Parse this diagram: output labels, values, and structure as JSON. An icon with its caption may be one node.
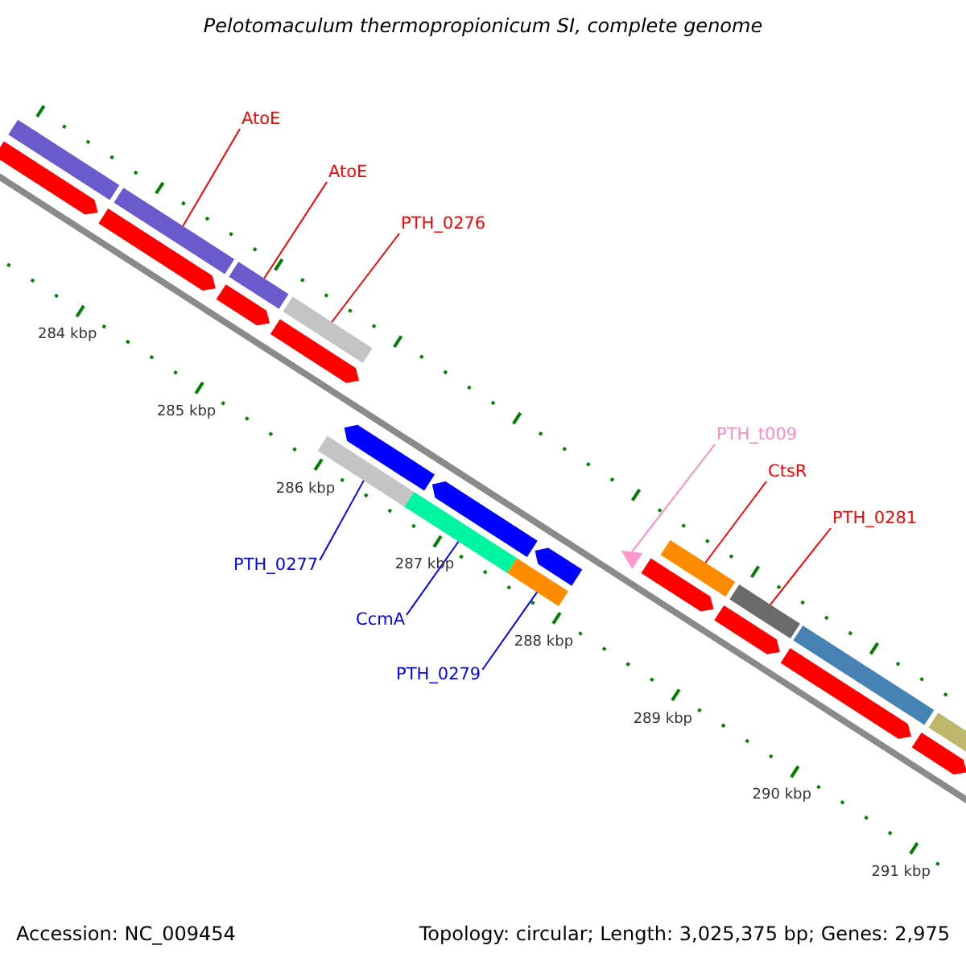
{
  "diagram": {
    "title": "Pelotomaculum thermopropionicum SI, complete genome",
    "nodes": [
      {
        "text": [
          "AtoE"
        ]
      },
      {
        "text": [
          "AtoE"
        ]
      },
      {
        "text": [
          "PTH_0276"
        ]
      },
      {
        "text": [
          "PTH_t009"
        ]
      },
      {
        "text": [
          "CtsR"
        ]
      },
      {
        "text": [
          "PTH_0281"
        ]
      },
      {
        "text": [
          "PTH_0277"
        ]
      },
      {
        "text": [
          "CcmA"
        ]
      },
      {
        "text": [
          "PTH_0279"
        ]
      },
      {
        "text": [],
        "shape": "bar"
      },
      {
        "text": [],
        "shape": "bar"
      },
      {
        "text": [],
        "shape": "bar"
      },
      {
        "text": [],
        "shape": "bar"
      },
      {
        "text": [],
        "shape": "bar"
      },
      {
        "text": [],
        "shape": "bar"
      },
      {
        "text": [],
        "shape": "triangle"
      },
      {
        "text": [],
        "shape": "bar"
      },
      {
        "text": [],
        "shape": "bar"
      },
      {
        "text": [],
        "shape": "bar"
      },
      {
        "text": [],
        "shape": "arrow"
      },
      {
        "text": [],
        "shape": "arrow"
      },
      {
        "text": [],
        "shape": "arrow"
      },
      {
        "text": [],
        "shape": "arrow"
      },
      {
        "text": [],
        "shape": "arrow"
      },
      {
        "text": [],
        "shape": "arrow"
      },
      {
        "text": [],
        "shape": "arrow"
      },
      {
        "text": [],
        "shape": "arrow"
      },
      {
        "text": [],
        "shape": "arrow"
      },
      {
        "text": [],
        "shape": "arrow"
      },
      {
        "text": [],
        "shape": "arrow"
      },
      {
        "text": [],
        "shape": "bar"
      },
      {
        "text": [],
        "shape": "bar"
      }
    ],
    "edges": [
      {
        "from": 0,
        "to": 9,
        "arrow": "none"
      },
      {
        "from": 1,
        "to": 10,
        "arrow": "none"
      },
      {
        "from": 2,
        "to": 11,
        "arrow": "none"
      },
      {
        "from": 3,
        "to": 15,
        "arrow": "none",
        "color": "#ff88c8"
      },
      {
        "from": 4,
        "to": 16,
        "arrow": "none"
      },
      {
        "from": 5,
        "to": 17,
        "arrow": "none"
      },
      {
        "from": 6,
        "to": 12,
        "arrow": "none",
        "color": "#0000ff"
      },
      {
        "from": 7,
        "to": 13,
        "arrow": "none",
        "color": "#0000ff"
      },
      {
        "from": 8,
        "to": 14,
        "arrow": "none",
        "color": "#0000ff"
      }
    ],
    "labels": [
      "284 kbp",
      "285 kbp",
      "286 kbp",
      "287 kbp",
      "288 kbp",
      "289 kbp",
      "290 kbp",
      "291 kbp",
      "Accession: NC_009454",
      "Topology: circular; Length: 3,025,375 bp; Genes: 2,975"
    ]
  }
}
